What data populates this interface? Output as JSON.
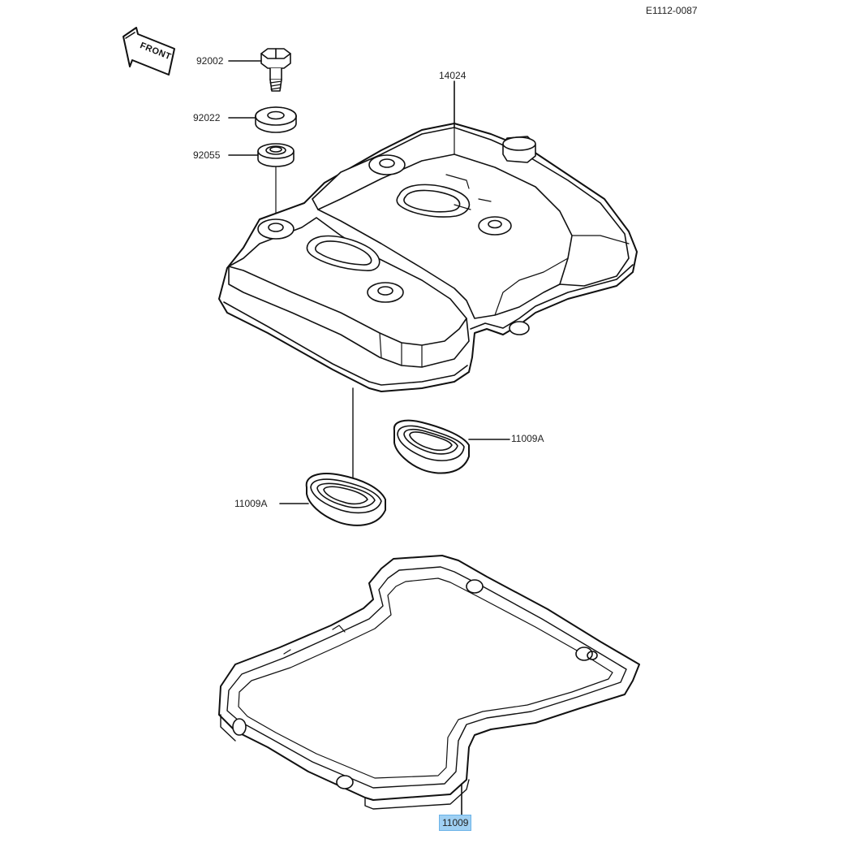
{
  "diagram": {
    "reference_code": "E1112-0087",
    "front_indicator": "FRONT",
    "parts": [
      {
        "id": "bolt",
        "number": "92002"
      },
      {
        "id": "washer",
        "number": "92022"
      },
      {
        "id": "grommet",
        "number": "92055"
      },
      {
        "id": "cylinder_head_cover",
        "number": "14024"
      },
      {
        "id": "plug_gasket_right",
        "number": "11009A"
      },
      {
        "id": "plug_gasket_left",
        "number": "11009A"
      },
      {
        "id": "head_cover_gasket",
        "number": "11009",
        "highlighted": true
      }
    ],
    "highlight_color": "#9fd0f3"
  }
}
